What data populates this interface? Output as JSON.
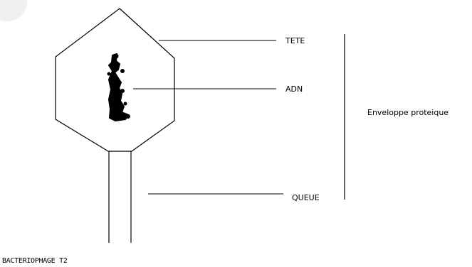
{
  "labels": {
    "head": "TETE",
    "dna": "ADN",
    "envelope": "Enveloppe proteique",
    "tail": "QUEUE"
  },
  "caption": "BACTERIOPHAGE T2",
  "colors": {
    "line": "#000000",
    "background": "#ffffff"
  }
}
